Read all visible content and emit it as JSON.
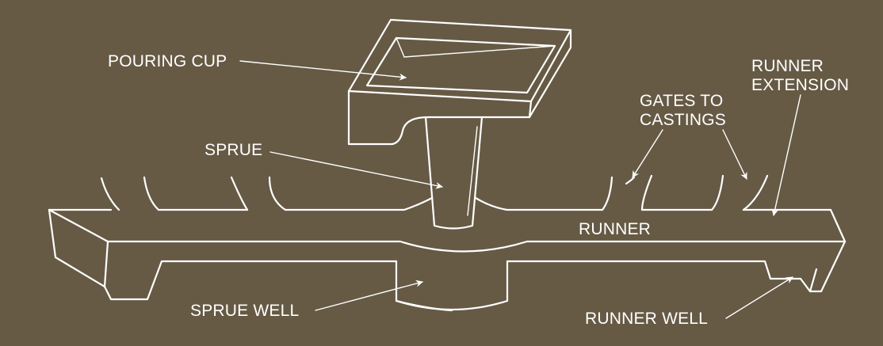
{
  "labels": {
    "pouring_cup": "POURING CUP",
    "sprue": "SPRUE",
    "gates_line1": "GATES TO",
    "gates_line2": "CASTINGS",
    "runner_ext_line1": "RUNNER",
    "runner_ext_line2": "EXTENSION",
    "runner": "RUNNER",
    "sprue_well": "SPRUE WELL",
    "runner_well": "RUNNER WELL"
  },
  "colors": {
    "background": "#665a45",
    "line": "#ffffff"
  }
}
